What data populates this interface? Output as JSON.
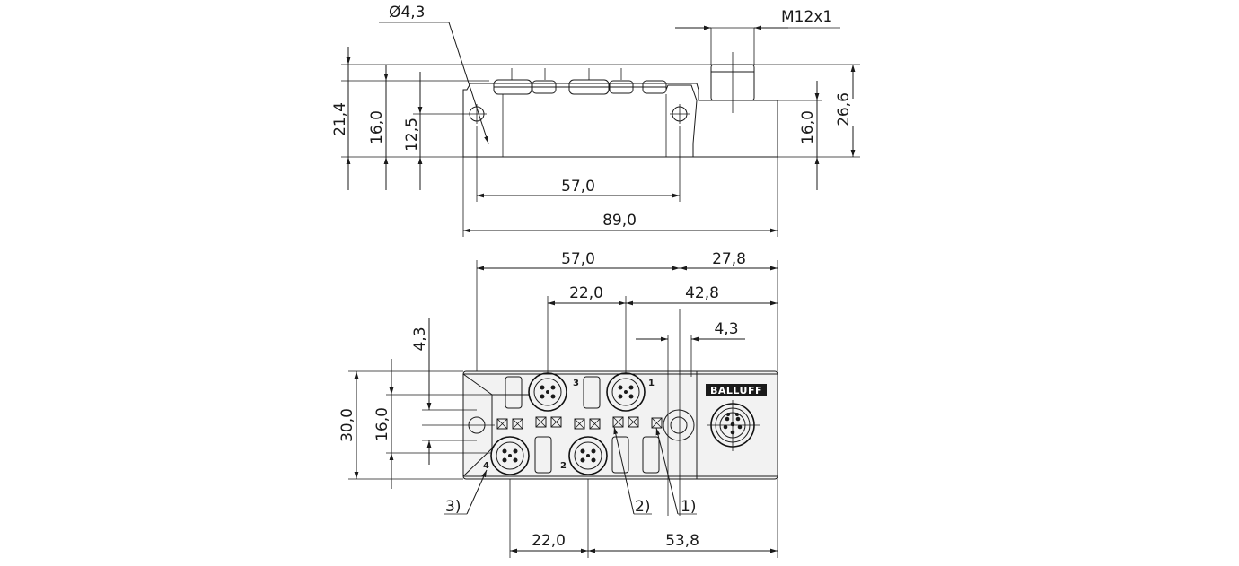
{
  "side_view": {
    "hole_diameter_label": "Ø4,3",
    "thread_label": "M12x1",
    "dim_height_total": "21,4",
    "dim_height_body": "16,0",
    "dim_hole_height": "12,5",
    "dim_right_body": "16,0",
    "dim_right_total": "26,6",
    "dim_hole_spacing": "57,0",
    "dim_length_total": "89,0"
  },
  "top_view": {
    "dim_top_57": "57,0",
    "dim_top_278": "27,8",
    "dim_port_spacing": "22,0",
    "dim_428": "42,8",
    "dim_43_hole": "4,3",
    "dim_43_vertical": "4,3",
    "dim_width": "30,0",
    "dim_160": "16,0",
    "dim_bottom_22": "22,0",
    "dim_bottom_538": "53,8",
    "callout_1": "1)",
    "callout_2": "2)",
    "callout_3": "3)",
    "logo": "BALLUFF",
    "port_numbers": [
      "3",
      "1",
      "4",
      "2"
    ]
  }
}
